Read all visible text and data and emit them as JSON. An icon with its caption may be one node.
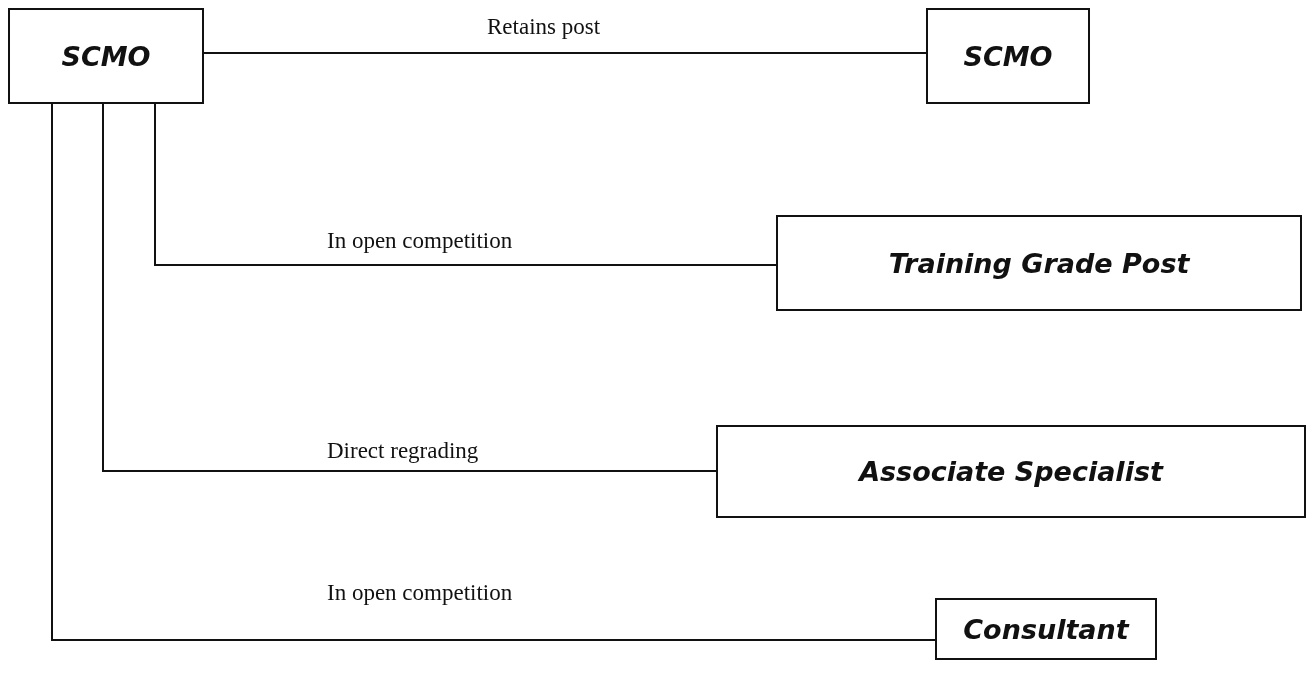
{
  "diagram": {
    "nodes": [
      {
        "text": [
          "SCMO"
        ]
      },
      {
        "text": [
          "SCMO"
        ]
      },
      {
        "text": [
          "Training Grade Post"
        ]
      },
      {
        "text": [
          "Associate Specialist"
        ]
      },
      {
        "text": [
          "Consultant"
        ]
      }
    ],
    "edges": [
      {
        "from": 0,
        "to": 1,
        "arrow": "none",
        "label": "Retains post"
      },
      {
        "from": 0,
        "to": 2,
        "arrow": "none",
        "label": "In open competition"
      },
      {
        "from": 0,
        "to": 3,
        "arrow": "none",
        "label": "Direct regrading"
      },
      {
        "from": 0,
        "to": 4,
        "arrow": "none",
        "label": "In open competition"
      }
    ]
  }
}
